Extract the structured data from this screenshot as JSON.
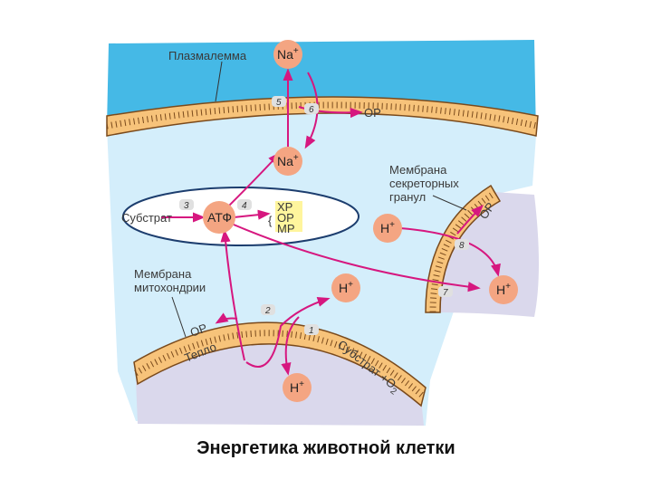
{
  "labels": {
    "plasmalemma": "Плазмалемма",
    "secretory_membrane": [
      "Мембрана",
      "секреторных",
      "гранул"
    ],
    "mito_membrane": [
      "Мембрана",
      "митохондрии"
    ],
    "substrate": "Субстрат",
    "atp": "АТФ",
    "products": [
      "ХР",
      "ОР",
      "МР"
    ],
    "na_top": "Na",
    "na_bottom": "Na",
    "plus": "+",
    "or_top": "ОР",
    "or_granule": "ОР",
    "or_mito": "ОР",
    "h_granule": "H",
    "h_inside_granule": "H",
    "h_mito_upper": "H",
    "h_mito_lower": "H",
    "heat": "Тепло",
    "substrate_o2": "Субстрат +О",
    "o2_sub": "2"
  },
  "numbers": [
    "1",
    "2",
    "3",
    "4",
    "5",
    "6",
    "7",
    "8"
  ],
  "colors": {
    "extracellular": "#45b9e6",
    "cytoplasm": "#d4eefb",
    "membrane": "#f7c37a",
    "membrane_edge": "#7a4a1c",
    "organelle_lumen": "#dad8ec",
    "node": "#f4a582",
    "arrow": "#d6177f"
  },
  "caption": "Энергетика животной клетки"
}
